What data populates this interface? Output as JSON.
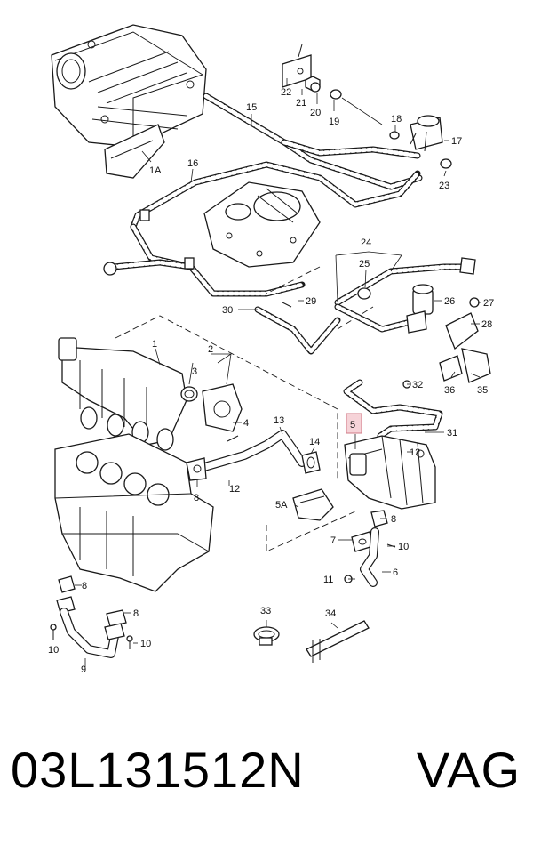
{
  "diagram": {
    "labels": [
      "1A",
      "15",
      "16",
      "17",
      "18",
      "19",
      "20",
      "21",
      "22",
      "23",
      "24",
      "25",
      "26",
      "27",
      "28",
      "29",
      "30",
      "31",
      "32",
      "35",
      "36",
      "1",
      "2",
      "3",
      "4",
      "13",
      "14",
      "12",
      "8",
      "5",
      "5A",
      "7",
      "10",
      "11",
      "6",
      "9",
      "33",
      "34"
    ],
    "highlighted_label": "5",
    "highlight_color": "#f6d3d8"
  },
  "footer": {
    "part_number": "03L131512N",
    "brand": "VAG"
  }
}
